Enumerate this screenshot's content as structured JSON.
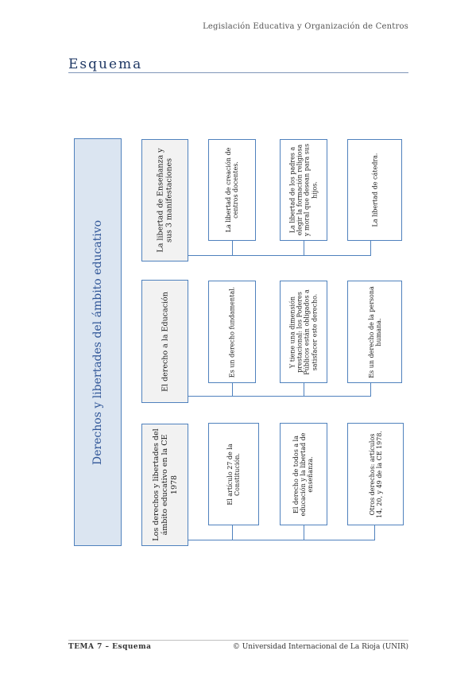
{
  "header": {
    "title": "Legislación Educativa y Organización de Centros"
  },
  "page": {
    "title": "Esquema"
  },
  "diagram": {
    "main": "Derechos y libertades del ámbito educativo",
    "branches": [
      {
        "label": "La libertad de Enseñanza y sus 3 manifestaciones",
        "children": [
          "La libertad de creación de centros docentes.",
          "La libertad de los padres a elegir la formación religiosa y moral que desean para sus hijos.",
          "La libertad de cátedra."
        ]
      },
      {
        "label": "El derecho a la Educación",
        "children": [
          "Es un derecho fundamental.",
          "Y tiene una dimensión prestacional: los Poderes Públicos están obligados a satisfacer este derecho.",
          "Es un derecho de la persona humana."
        ]
      },
      {
        "label": "Los derechos y libertades del ámbito educativo en la CE 1978",
        "children": [
          "El artículo 27 de la Constitución.",
          "El derecho de todos a la educación y la libertad de enseñanza.",
          "Otros derechos: artículos 14, 20, y 49 de la CE 1978."
        ]
      }
    ]
  },
  "footer": {
    "left": "TEMA 7 – Esquema",
    "right": "© Universidad Internacional de La Rioja (UNIR)"
  }
}
